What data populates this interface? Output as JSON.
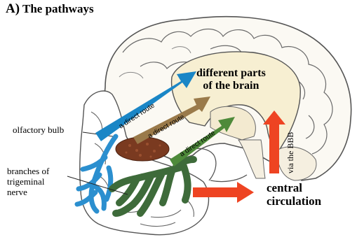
{
  "figure": {
    "title": "The pathways",
    "panel_letter": "A)"
  },
  "labels": {
    "olfactory_bulb": "olfactory bulb",
    "trigeminal_line1": "branches of",
    "trigeminal_line2": "trigeminal",
    "trigeminal_line3": "nerve",
    "brain_parts_line1": "different parts",
    "brain_parts_line2": "of the brain",
    "circulation_line1": "central",
    "circulation_line2": "circulation",
    "route_blue": "a direct route",
    "route_brown": "a direct route",
    "route_green": "a direct route",
    "via_bbb": "via the BBB"
  },
  "colors": {
    "blue_route": "#1a86c6",
    "brown_route": "#9a7a4a",
    "green_route": "#4e8a3a",
    "red_route": "#ee4422",
    "olfactory_bulb": "#7a3a20",
    "trigeminal": "#3e6b3a",
    "nerve_blue": "#2b8fcf",
    "brain_fill": "#f7efd2",
    "outline": "#555555"
  }
}
